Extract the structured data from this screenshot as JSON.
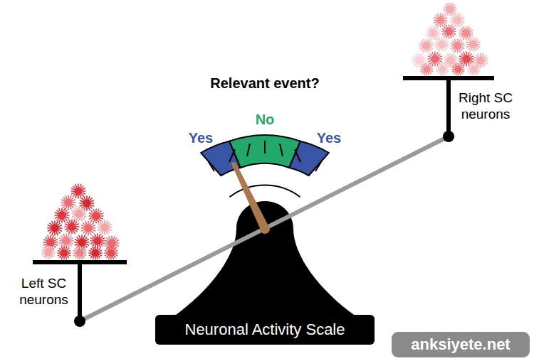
{
  "diagram": {
    "title": "Relevant event?",
    "nodes": [
      {
        "text": [
          "Neuronal Activity Scale"
        ]
      },
      {
        "text": [
          "anksiyete.net"
        ]
      }
    ],
    "edges": [],
    "labels": [
      "Yes",
      "No",
      "Yes",
      "Left SC neurons",
      "Right SC neurons"
    ]
  }
}
